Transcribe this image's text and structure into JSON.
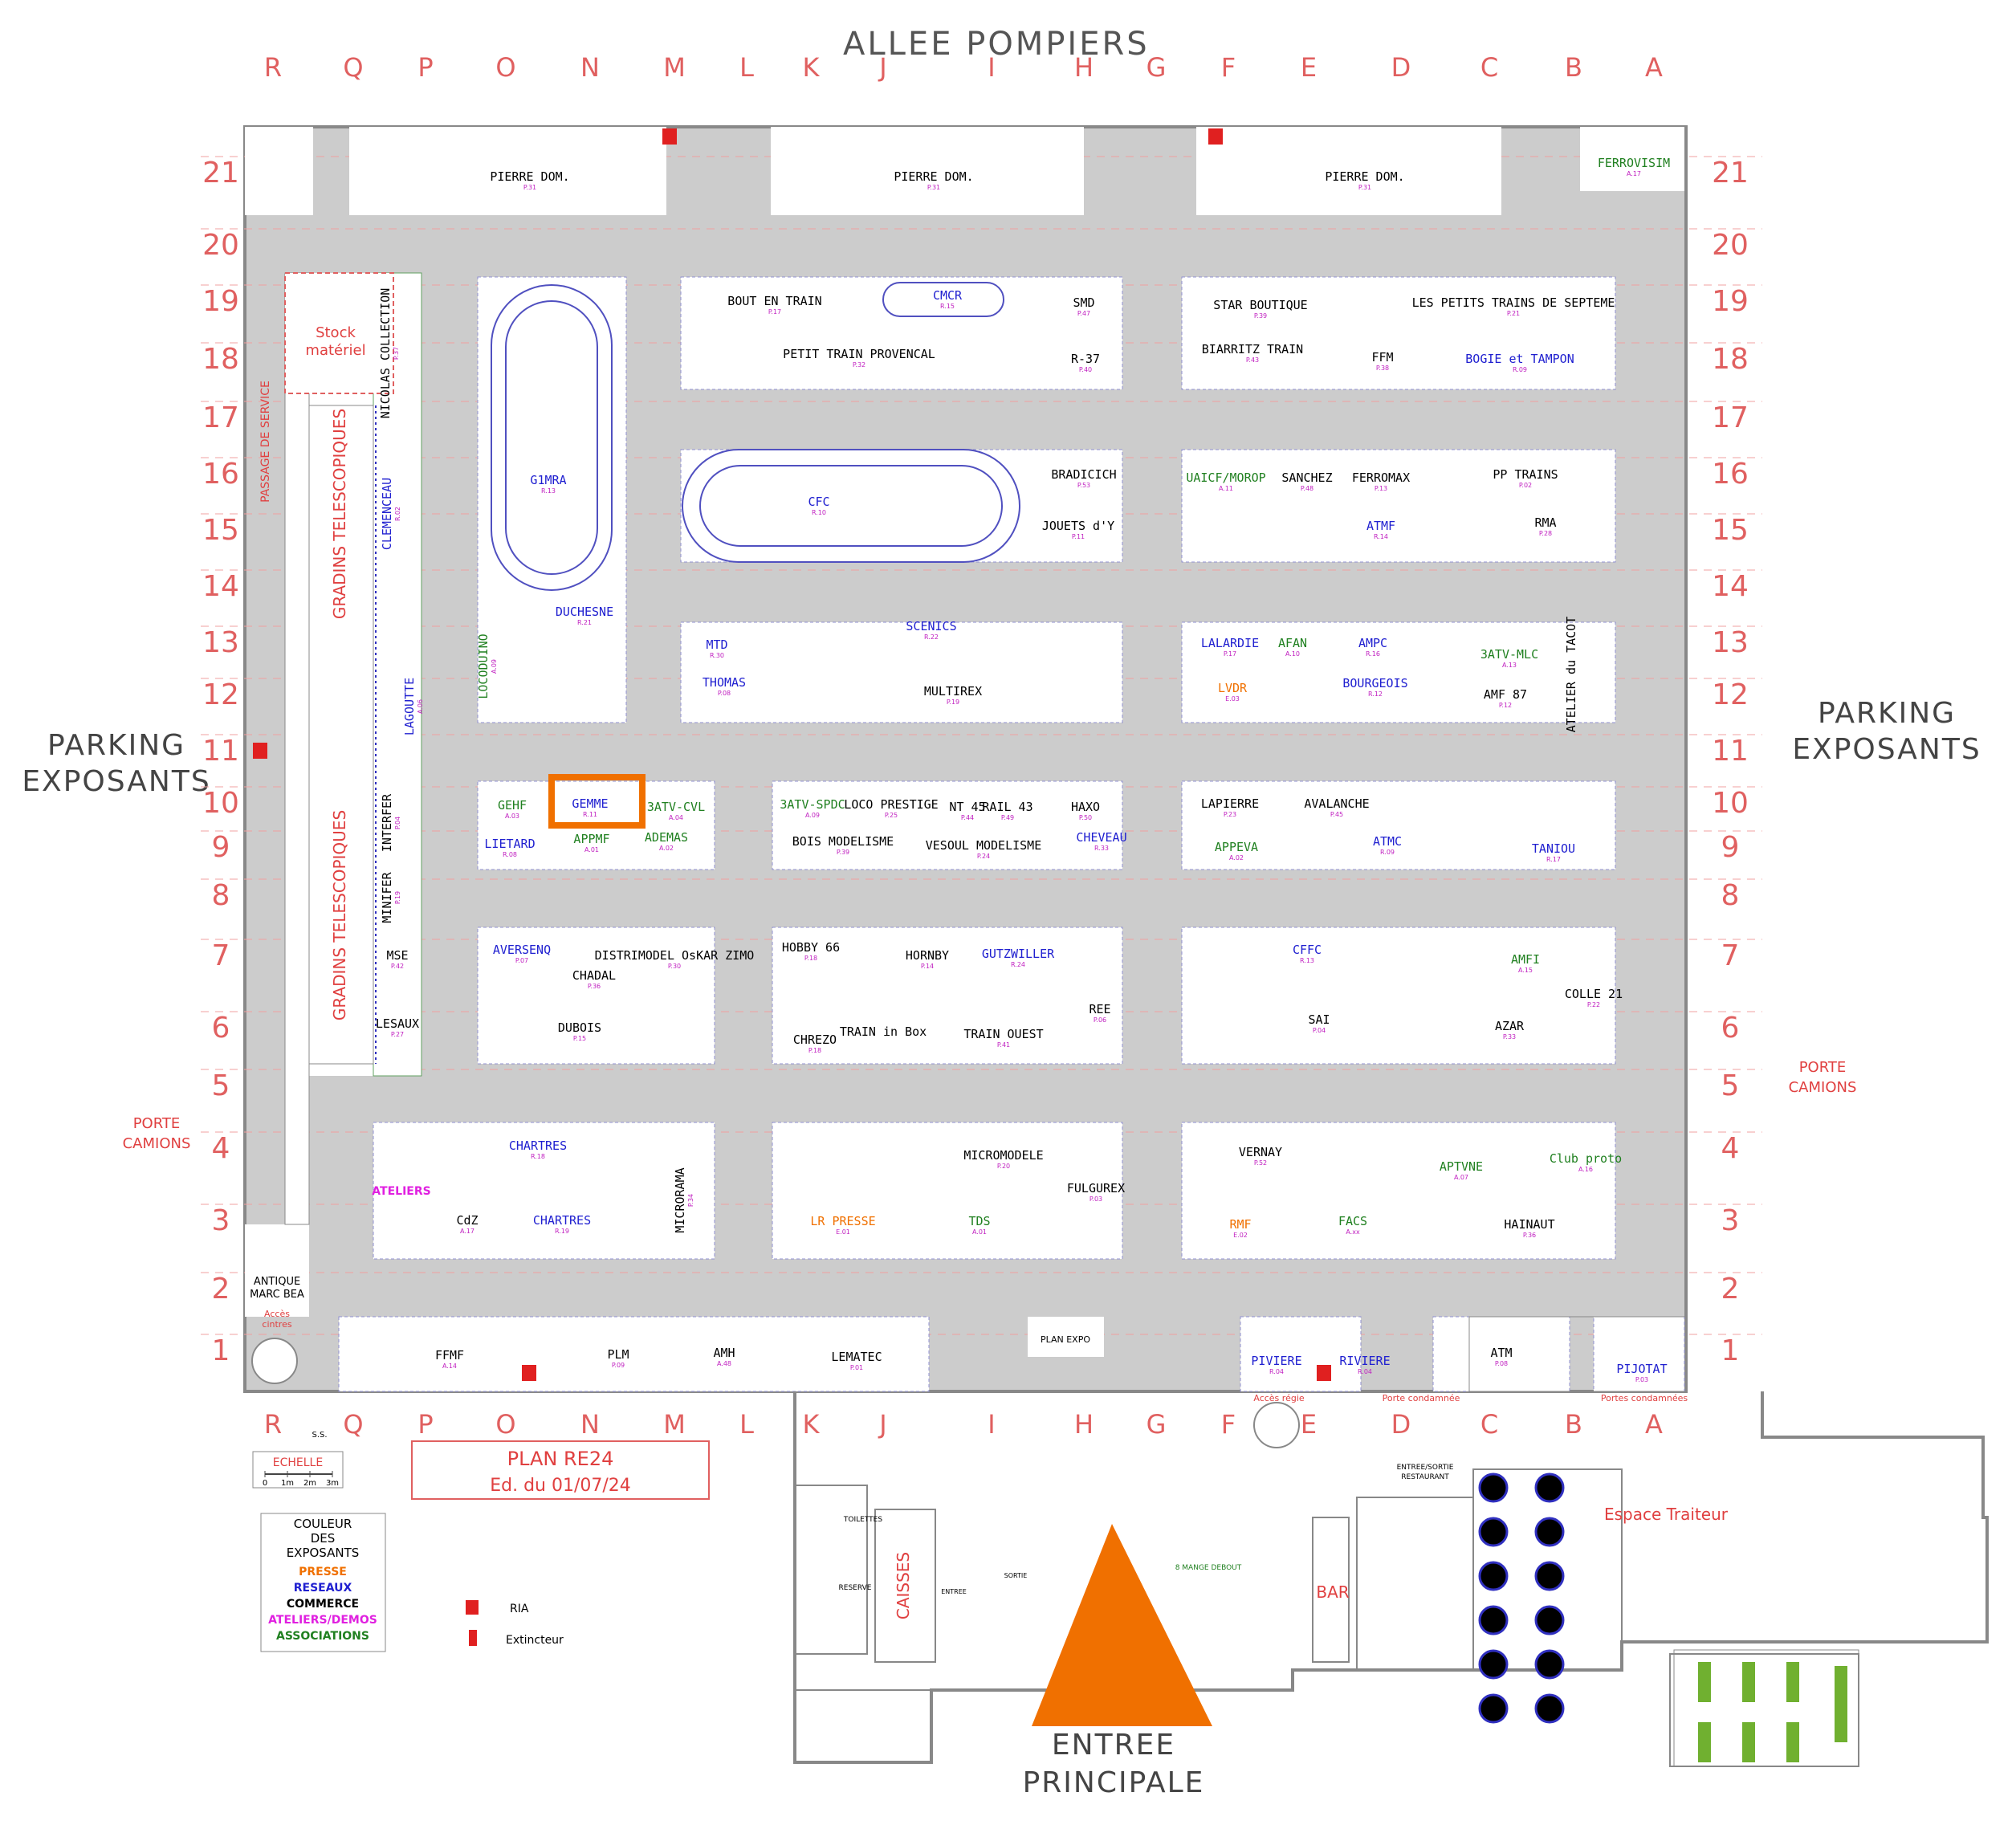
{
  "top_title": "ALLEE POMPIERS",
  "bottom_title_line1": "ENTREE",
  "bottom_title_line2": "PRINCIPALE",
  "parking_left_line1": "PARKING",
  "parking_left_line2": "EXPOSANTS",
  "parking_right_line1": "PARKING",
  "parking_right_line2": "EXPOSANTS",
  "column_letters": [
    "R",
    "Q",
    "P",
    "O",
    "N",
    "M",
    "L",
    "K",
    "J",
    "I",
    "H",
    "G",
    "F",
    "E",
    "D",
    "C",
    "B",
    "A"
  ],
  "row_numbers": [
    "21",
    "20",
    "19",
    "18",
    "17",
    "16",
    "15",
    "14",
    "13",
    "12",
    "11",
    "10",
    "9",
    "8",
    "7",
    "6",
    "5",
    "4",
    "3",
    "2",
    "1"
  ],
  "porte_camions_left": [
    "PORTE",
    "CAMIONS"
  ],
  "porte_camions_right": [
    "PORTE",
    "CAMIONS"
  ],
  "plan": {
    "title": "PLAN RE24",
    "edition": "Ed. du 01/07/24"
  },
  "scale": {
    "label": "ECHELLE",
    "ticks": [
      "0",
      "1m",
      "2m",
      "3m"
    ]
  },
  "legend": {
    "title": [
      "COULEUR",
      "DES",
      "EXPOSANTS"
    ],
    "items": [
      {
        "label": "PRESSE",
        "color": "#f07000"
      },
      {
        "label": "RESEAUX",
        "color": "#2020d0"
      },
      {
        "label": "COMMERCE",
        "color": "#000000"
      },
      {
        "label": "ATELIERS/DEMOS",
        "color": "#e020e0"
      },
      {
        "label": "ASSOCIATIONS",
        "color": "#208020"
      }
    ]
  },
  "symbols": {
    "ria": "RIA",
    "extincteur": "Extincteur"
  },
  "zones": {
    "passage_service": "PASSAGE DE SERVICE",
    "stock": [
      "Stock",
      "matériel"
    ],
    "gradins_top": "GRADINS TELESCOPIQUES",
    "gradins_bottom": "GRADINS TELESCOPIQUES",
    "antique": [
      "ANTIQUE",
      "MARC BEA"
    ],
    "acces_cintres": [
      "Accès",
      "cintres"
    ],
    "plan_expo": "PLAN EXPO",
    "espace_traiteur": "Espace Traiteur",
    "bar": "BAR",
    "caisses": "CAISSES",
    "toilettes": "TOILETTES",
    "reserve": "RESERVE",
    "entree_sortie": [
      "ENTREE/SORTIE",
      "RESTAURANT"
    ],
    "entree": "ENTREE",
    "sortie": "SORTIE",
    "mange_debout": "8 MANGE DEBOUT",
    "acces_regie": "Accès régie",
    "porte_condamnee": "Porte condamnée",
    "portes_condamnees": "Portes condamnées",
    "ss": "S.S.",
    "ateliers": "ATELIERS"
  },
  "highlight": {
    "color": "#f07000",
    "stand": "GEMME"
  },
  "stands": [
    {
      "name": "PIERRE DOM.",
      "code": "P.31",
      "color": "#000000"
    },
    {
      "name": "PIERRE DOM.",
      "code": "P.31",
      "color": "#000000"
    },
    {
      "name": "PIERRE DOM.",
      "code": "P.31",
      "color": "#000000"
    },
    {
      "name": "FERROVISIM",
      "code": "A.17",
      "color": "#208020"
    },
    {
      "name": "BOUT EN TRAIN",
      "code": "P.17",
      "color": "#000000"
    },
    {
      "name": "CMCR",
      "code": "R.15",
      "color": "#2020d0"
    },
    {
      "name": "SMD",
      "code": "P.47",
      "color": "#000000"
    },
    {
      "name": "PETIT TRAIN PROVENCAL",
      "code": "P.32",
      "color": "#000000"
    },
    {
      "name": "R-37",
      "code": "P.40",
      "color": "#000000"
    },
    {
      "name": "STAR BOUTIQUE",
      "code": "P.39",
      "color": "#000000"
    },
    {
      "name": "LES PETITS TRAINS DE SEPTEME",
      "code": "P.21",
      "color": "#000000"
    },
    {
      "name": "BIARRITZ TRAIN",
      "code": "P.43",
      "color": "#000000"
    },
    {
      "name": "FFM",
      "code": "P.38",
      "color": "#000000"
    },
    {
      "name": "BOGIE et TAMPON",
      "code": "R.09",
      "color": "#2020d0"
    },
    {
      "name": "NICOLAS COLLECTION",
      "code": "P.37",
      "color": "#000000"
    },
    {
      "name": "G1MRA",
      "code": "R.13",
      "color": "#2020d0"
    },
    {
      "name": "CFC",
      "code": "R.10",
      "color": "#2020d0"
    },
    {
      "name": "BRADICICH",
      "code": "P.53",
      "color": "#000000"
    },
    {
      "name": "JOUETS d'Y",
      "code": "P.11",
      "color": "#000000"
    },
    {
      "name": "UAICF/MOROP",
      "code": "A.11",
      "color": "#208020"
    },
    {
      "name": "SANCHEZ",
      "code": "P.48",
      "color": "#000000"
    },
    {
      "name": "FERROMAX",
      "code": "P.13",
      "color": "#000000"
    },
    {
      "name": "PP TRAINS",
      "code": "P.02",
      "color": "#000000"
    },
    {
      "name": "ATMF",
      "code": "R.14",
      "color": "#2020d0"
    },
    {
      "name": "RMA",
      "code": "P.28",
      "color": "#000000"
    },
    {
      "name": "CLEMENCEAU",
      "code": "R.02",
      "color": "#2020d0"
    },
    {
      "name": "DUCHESNE",
      "code": "R.21",
      "color": "#2020d0"
    },
    {
      "name": "LOCODUINO",
      "code": "A.09",
      "color": "#208020"
    },
    {
      "name": "MTD",
      "code": "R.30",
      "color": "#2020d0"
    },
    {
      "name": "SCENICS",
      "code": "R.22",
      "color": "#2020d0"
    },
    {
      "name": "THOMAS",
      "code": "P.08",
      "color": "#2020d0"
    },
    {
      "name": "MULTIREX",
      "code": "P.19",
      "color": "#000000"
    },
    {
      "name": "LALARDIE",
      "code": "P.17",
      "color": "#2020d0"
    },
    {
      "name": "AFAN",
      "code": "A.10",
      "color": "#208020"
    },
    {
      "name": "AMPC",
      "code": "R.16",
      "color": "#2020d0"
    },
    {
      "name": "3ATV-MLC",
      "code": "A.13",
      "color": "#208020"
    },
    {
      "name": "ATELIER du TACOT",
      "code": "",
      "color": "#000000"
    },
    {
      "name": "LVDR",
      "code": "E.03",
      "color": "#f07000"
    },
    {
      "name": "BOURGEOIS",
      "code": "R.12",
      "color": "#2020d0"
    },
    {
      "name": "AMF 87",
      "code": "P.12",
      "color": "#000000"
    },
    {
      "name": "LAGOUTTE",
      "code": "A.06",
      "color": "#2020d0"
    },
    {
      "name": "GEHF",
      "code": "A.03",
      "color": "#208020"
    },
    {
      "name": "GEMME",
      "code": "R.11",
      "color": "#2020d0"
    },
    {
      "name": "3ATV-CVL",
      "code": "A.04",
      "color": "#208020"
    },
    {
      "name": "LIETARD",
      "code": "R.08",
      "color": "#2020d0"
    },
    {
      "name": "APPMF",
      "code": "A.01",
      "color": "#208020"
    },
    {
      "name": "ADEMAS",
      "code": "A.02",
      "color": "#208020"
    },
    {
      "name": "3ATV-SPDC",
      "code": "A.09",
      "color": "#208020"
    },
    {
      "name": "LOCO PRESTIGE",
      "code": "P.25",
      "color": "#000000"
    },
    {
      "name": "NT 45",
      "code": "P.44",
      "color": "#000000"
    },
    {
      "name": "RAIL 43",
      "code": "P.49",
      "color": "#000000"
    },
    {
      "name": "HAXO",
      "code": "P.50",
      "color": "#000000"
    },
    {
      "name": "BOIS MODELISME",
      "code": "P.39",
      "color": "#000000"
    },
    {
      "name": "VESOUL MODELISME",
      "code": "P.24",
      "color": "#000000"
    },
    {
      "name": "CHEVEAU",
      "code": "R.33",
      "color": "#2020d0"
    },
    {
      "name": "LAPIERRE",
      "code": "P.23",
      "color": "#000000"
    },
    {
      "name": "AVALANCHE",
      "code": "P.45",
      "color": "#000000"
    },
    {
      "name": "APPEVA",
      "code": "A.02",
      "color": "#208020"
    },
    {
      "name": "ATMC",
      "code": "R.09",
      "color": "#2020d0"
    },
    {
      "name": "TANIOU",
      "code": "R.17",
      "color": "#2020d0"
    },
    {
      "name": "INTERFER",
      "code": "P.04",
      "color": "#000000"
    },
    {
      "name": "MINIFER",
      "code": "P.19",
      "color": "#000000"
    },
    {
      "name": "MSE",
      "code": "P.42",
      "color": "#000000"
    },
    {
      "name": "LESAUX",
      "code": "P.27",
      "color": "#000000"
    },
    {
      "name": "AVERSENQ",
      "code": "P.07",
      "color": "#2020d0"
    },
    {
      "name": "CHADAL",
      "code": "P.36",
      "color": "#000000"
    },
    {
      "name": "DISTRIMODEL OsKAR ZIMO",
      "code": "P.30",
      "color": "#000000"
    },
    {
      "name": "DUBOIS",
      "code": "P.15",
      "color": "#000000"
    },
    {
      "name": "HOBBY 66",
      "code": "P.18",
      "color": "#000000"
    },
    {
      "name": "HORNBY",
      "code": "P.14",
      "color": "#000000"
    },
    {
      "name": "GUTZWILLER",
      "code": "R.24",
      "color": "#2020d0"
    },
    {
      "name": "REE",
      "code": "P.06",
      "color": "#000000"
    },
    {
      "name": "CHREZO",
      "code": "P.18",
      "color": "#000000"
    },
    {
      "name": "TRAIN in Box",
      "code": "",
      "color": "#000000"
    },
    {
      "name": "TRAIN OUEST",
      "code": "P.41",
      "color": "#000000"
    },
    {
      "name": "CFFC",
      "code": "R.13",
      "color": "#2020d0"
    },
    {
      "name": "AMFI",
      "code": "A.15",
      "color": "#208020"
    },
    {
      "name": "COLLE 21",
      "code": "P.22",
      "color": "#000000"
    },
    {
      "name": "SAI",
      "code": "P.04",
      "color": "#000000"
    },
    {
      "name": "AZAR",
      "code": "P.33",
      "color": "#000000"
    },
    {
      "name": "CHARTRES",
      "code": "R.18",
      "color": "#2020d0"
    },
    {
      "name": "CHARTRES",
      "code": "R.19",
      "color": "#2020d0"
    },
    {
      "name": "CdZ",
      "code": "A.17",
      "color": "#000000"
    },
    {
      "name": "MICRORAMA",
      "code": "P.34",
      "color": "#000000"
    },
    {
      "name": "MICROMODELE",
      "code": "P.20",
      "color": "#000000"
    },
    {
      "name": "FULGUREX",
      "code": "P.03",
      "color": "#000000"
    },
    {
      "name": "LR PRESSE",
      "code": "E.01",
      "color": "#f07000"
    },
    {
      "name": "TDS",
      "code": "A.01",
      "color": "#208020"
    },
    {
      "name": "VERNAY",
      "code": "P.52",
      "color": "#000000"
    },
    {
      "name": "APTVNE",
      "code": "A.07",
      "color": "#208020"
    },
    {
      "name": "Club proto",
      "code": "A.16",
      "color": "#208020"
    },
    {
      "name": "RMF",
      "code": "E.02",
      "color": "#f07000"
    },
    {
      "name": "FACS",
      "code": "A.xx",
      "color": "#208020"
    },
    {
      "name": "HAINAUT",
      "code": "P.36",
      "color": "#000000"
    },
    {
      "name": "FFMF",
      "code": "A.14",
      "color": "#000000"
    },
    {
      "name": "PLM",
      "code": "P.09",
      "color": "#000000"
    },
    {
      "name": "AMH",
      "code": "A.48",
      "color": "#000000"
    },
    {
      "name": "LEMATEC",
      "code": "P.01",
      "color": "#000000"
    },
    {
      "name": "PIVIERE",
      "code": "R.04",
      "color": "#2020d0"
    },
    {
      "name": "RIVIERE",
      "code": "R.04",
      "color": "#2020d0"
    },
    {
      "name": "ATM",
      "code": "P.08",
      "color": "#000000"
    },
    {
      "name": "PIJOTAT",
      "code": "P.03",
      "color": "#2020d0"
    }
  ]
}
